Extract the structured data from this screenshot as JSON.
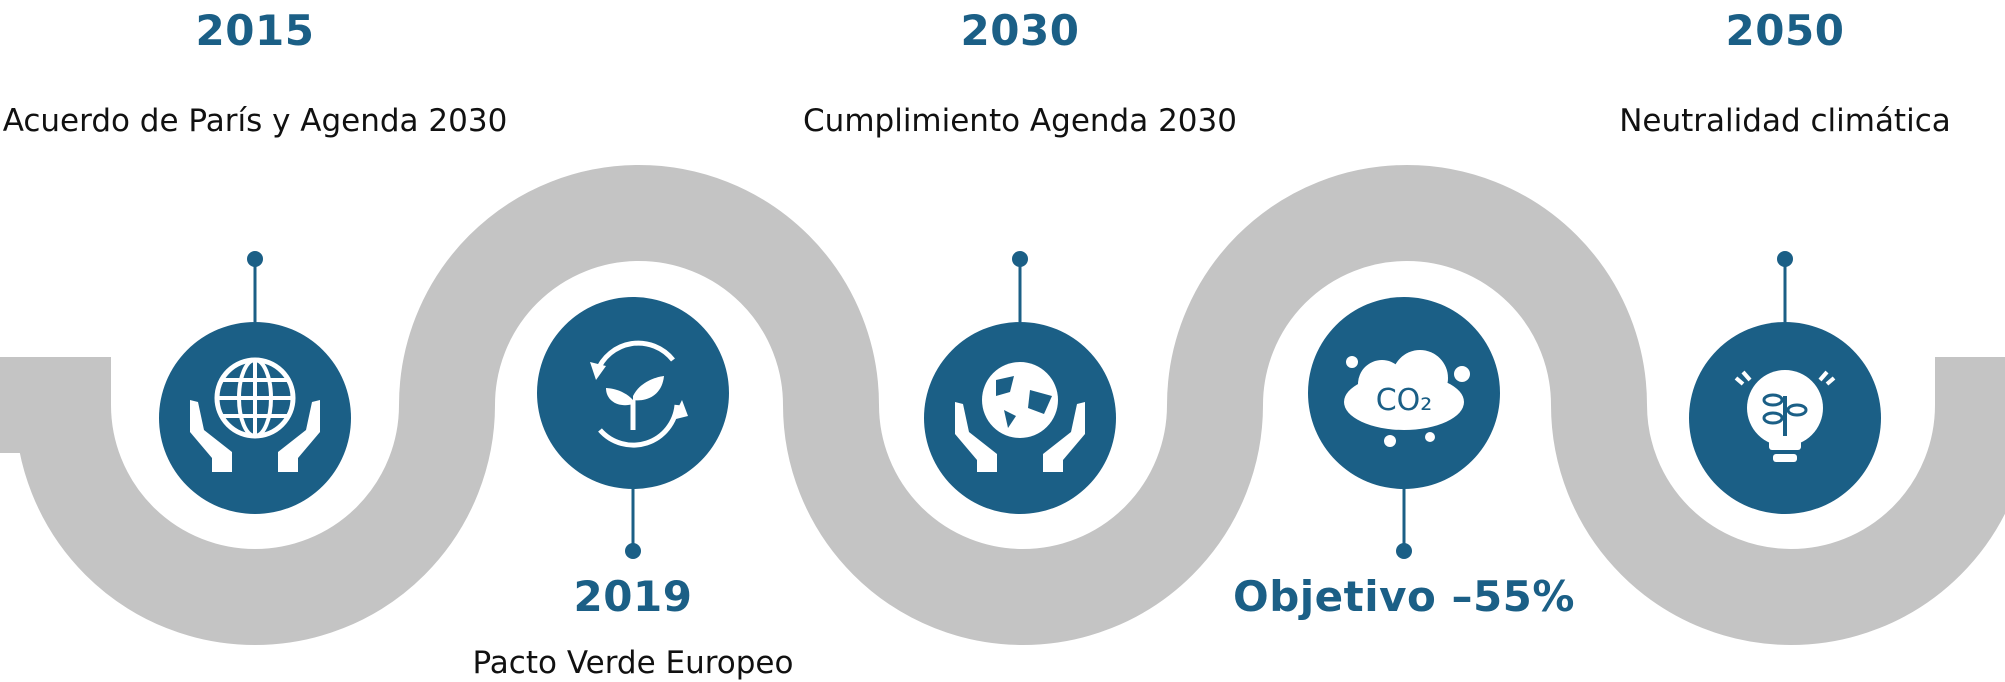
{
  "colors": {
    "accent": "#1b5f86",
    "track": "#c4c4c4",
    "text": "#111111"
  },
  "milestones": [
    {
      "year": "2015",
      "label": "Acuerdo de París y Agenda 2030",
      "icon": "hands-globe-icon"
    },
    {
      "year": "2019",
      "label": "Pacto Verde Europeo",
      "icon": "recycle-plant-icon"
    },
    {
      "year": "2030",
      "label": "Cumplimiento Agenda 2030",
      "icon": "hands-earth-icon"
    },
    {
      "year": "Objetivo –55%",
      "label": "",
      "icon": "co2-cloud-icon"
    },
    {
      "year": "2050",
      "label": "Neutralidad climática",
      "icon": "lightbulb-plant-icon"
    }
  ]
}
